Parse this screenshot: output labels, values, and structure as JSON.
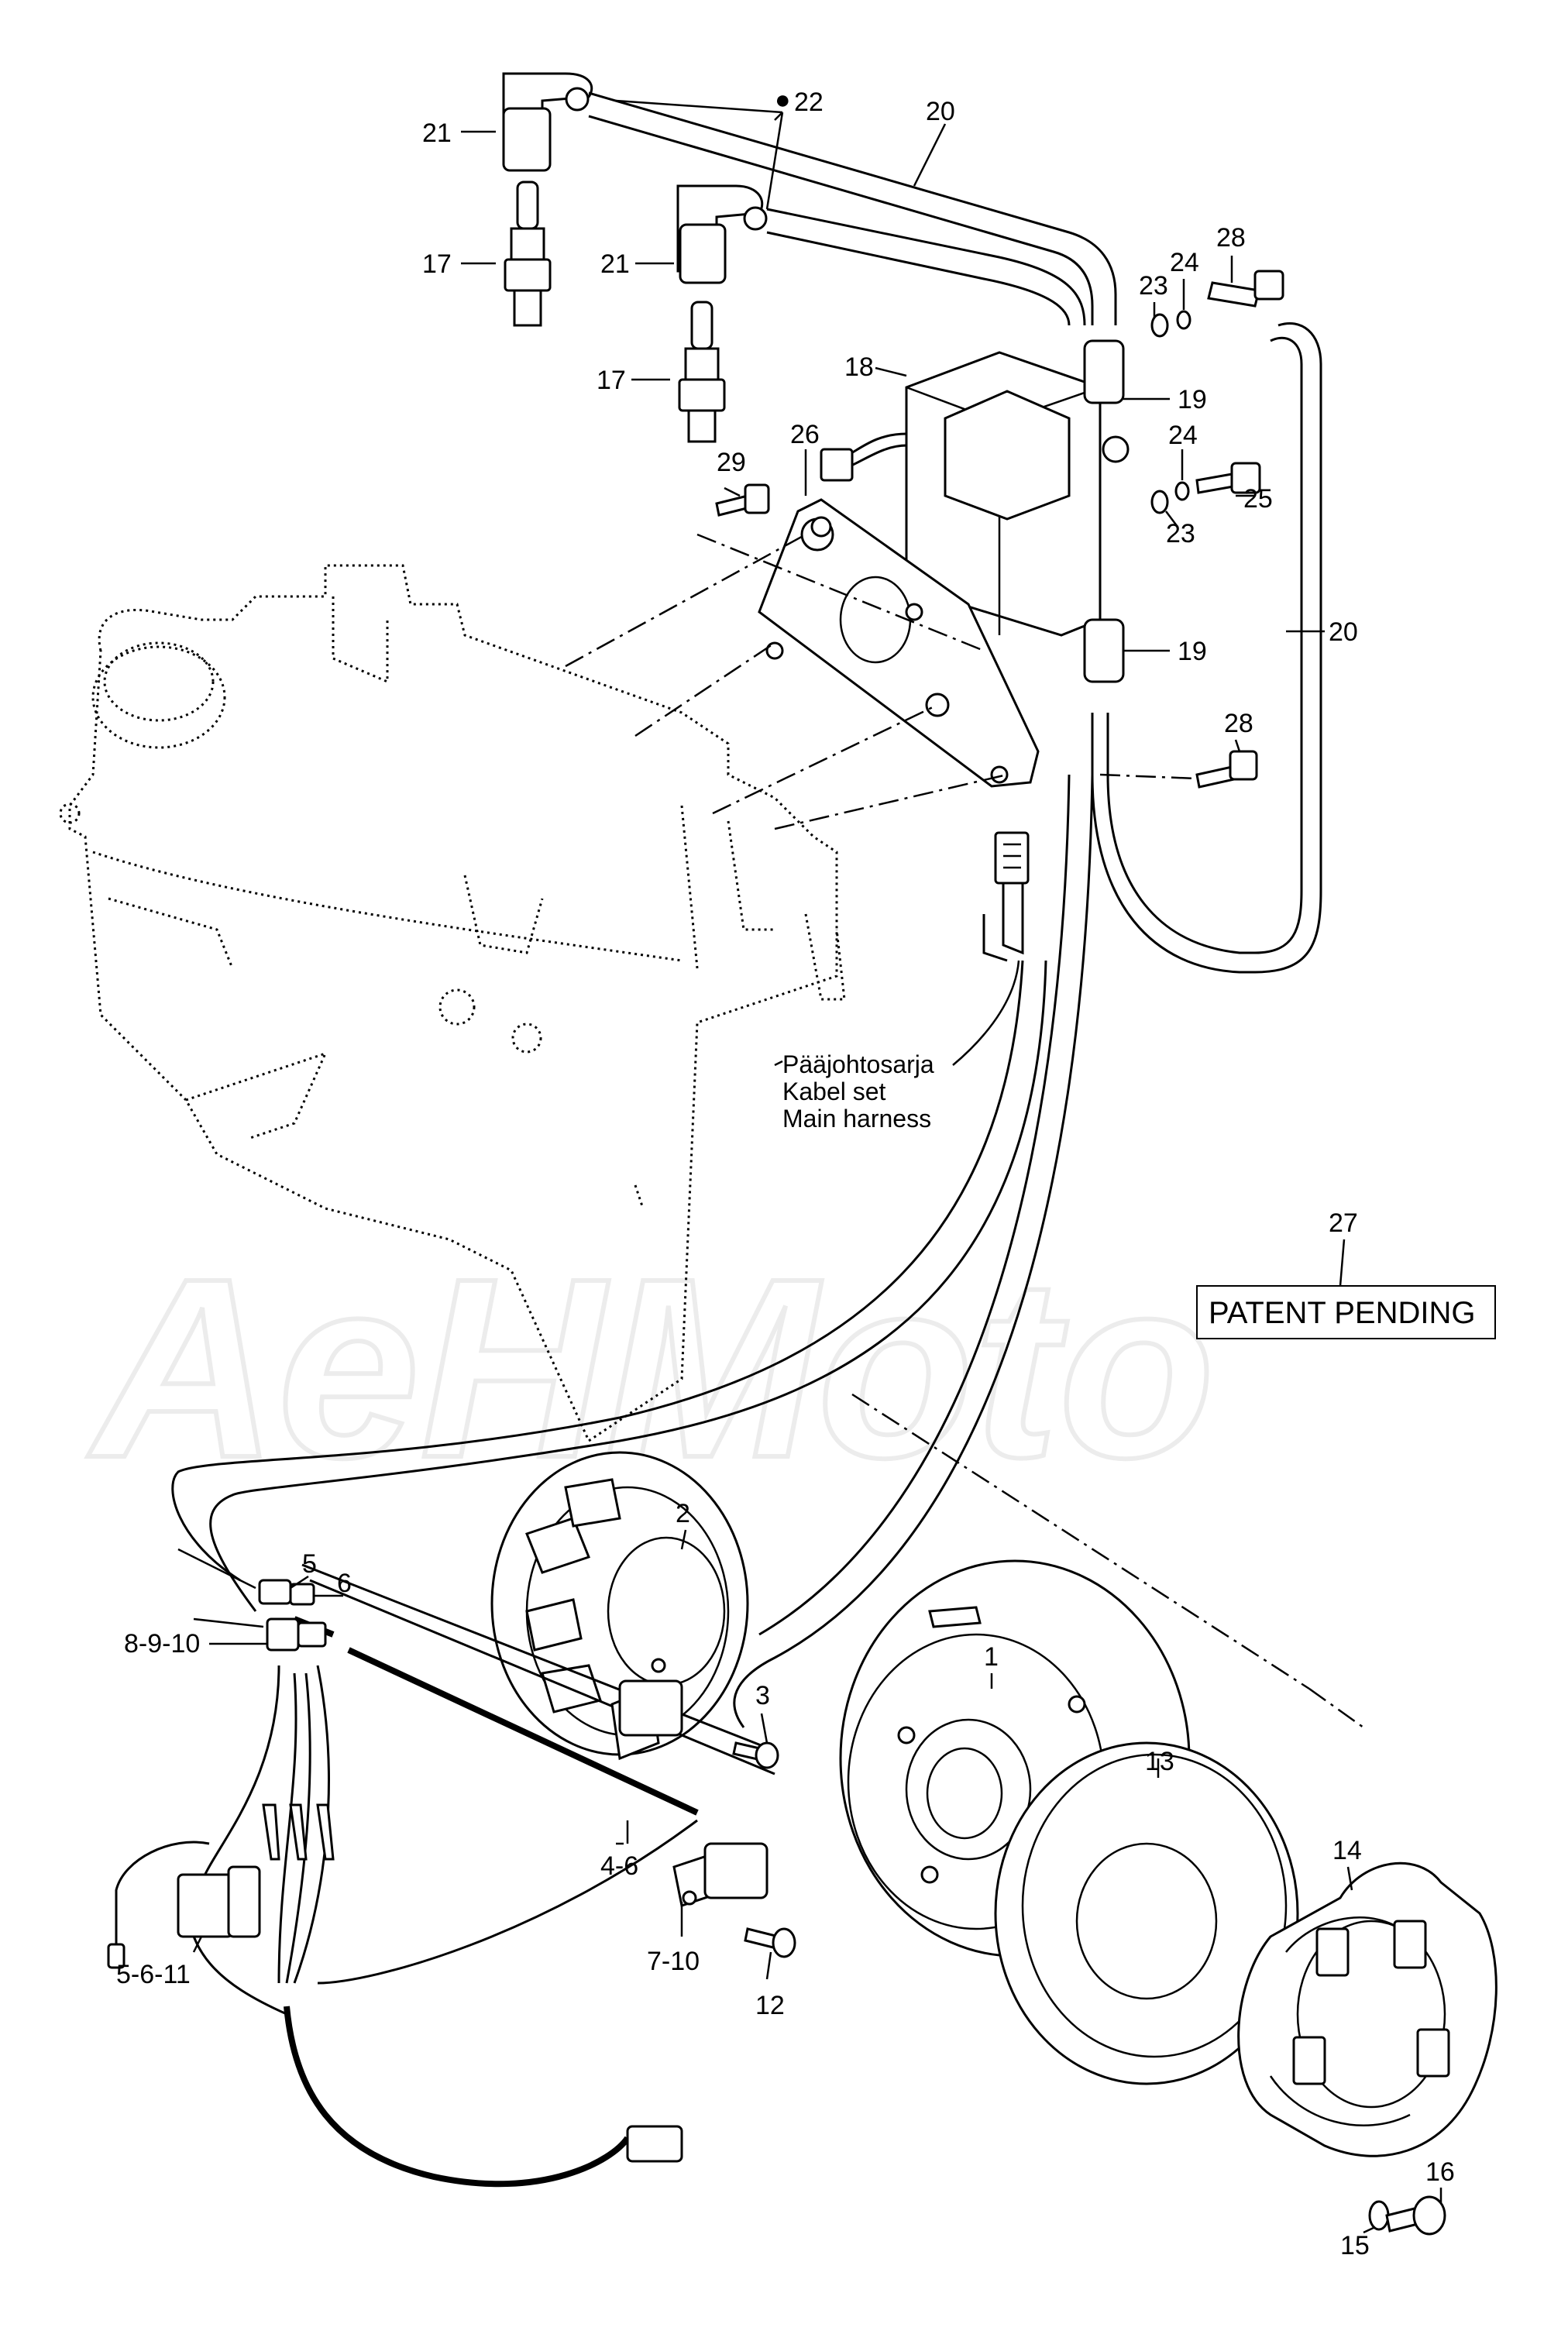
{
  "watermark": "AeHMoto",
  "harness_note": [
    "Pääjohtosarja",
    "Kabel set",
    "Main harness"
  ],
  "patent": {
    "number": "27",
    "text": "PATENT PENDING"
  },
  "callouts": [
    {
      "text": "21"
    },
    {
      "text": "22"
    },
    {
      "text": "20"
    },
    {
      "text": "17"
    },
    {
      "text": "21"
    },
    {
      "text": "17"
    },
    {
      "text": "28"
    },
    {
      "text": "24"
    },
    {
      "text": "23"
    },
    {
      "text": "18"
    },
    {
      "text": "19"
    },
    {
      "text": "26"
    },
    {
      "text": "24"
    },
    {
      "text": "29"
    },
    {
      "text": "25"
    },
    {
      "text": "23"
    },
    {
      "text": "20"
    },
    {
      "text": "19"
    },
    {
      "text": "28"
    },
    {
      "text": "2"
    },
    {
      "text": "5"
    },
    {
      "text": "6"
    },
    {
      "text": "8-9-10"
    },
    {
      "text": "1"
    },
    {
      "text": "3"
    },
    {
      "text": "13"
    },
    {
      "text": "14"
    },
    {
      "text": "4-6"
    },
    {
      "text": "7-10"
    },
    {
      "text": "12"
    },
    {
      "text": "5-6-11"
    },
    {
      "text": "16"
    },
    {
      "text": "15"
    }
  ]
}
